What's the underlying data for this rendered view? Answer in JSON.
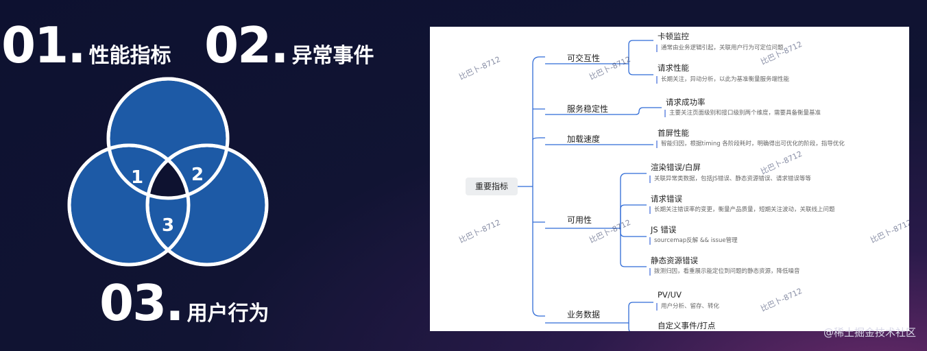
{
  "headings": [
    {
      "num": "01",
      "dot": ".",
      "label": "性能指标"
    },
    {
      "num": "02",
      "dot": ".",
      "label": "异常事件"
    },
    {
      "num": "03",
      "dot": ".",
      "label": "用户行为"
    }
  ],
  "venn": {
    "regions": [
      "1",
      "2",
      "3"
    ],
    "fill": "#1d5aa6",
    "stroke": "#ffffff"
  },
  "mindmap": {
    "root": "重要指标",
    "branches": [
      {
        "label": "可交互性",
        "children": [
          {
            "title": "卡顿监控",
            "desc": "通常由业务逻辑引起，关联用户行为可定位问题"
          },
          {
            "title": "请求性能",
            "desc": "长期关注，异动分析，以此为基准衡量服务端性能"
          }
        ]
      },
      {
        "label": "服务稳定性",
        "children": [
          {
            "title": "请求成功率",
            "desc": "主要关注页面级别和接口级别两个维度，需要具备衡量基准"
          }
        ]
      },
      {
        "label": "加载速度",
        "children": [
          {
            "title": "首屏性能",
            "desc": "智能归因，根据timing 各阶段耗时，明确得出可优化的阶段，指导优化"
          }
        ]
      },
      {
        "label": "可用性",
        "children": [
          {
            "title": "渲染错误/白屏",
            "desc": "关联异常类数据，包括JS错误、静态资源错误、请求错误等等"
          },
          {
            "title": "请求错误",
            "desc": "长期关注错误率的变更，衡量产品质量，短期关注波动，关联线上问题"
          },
          {
            "title": "JS 错误",
            "desc": "sourcemap反解 && issue管理"
          },
          {
            "title": "静态资源错误",
            "desc": "拨测归因，看重展示能定位到问题的静态资源，降低噪音"
          }
        ]
      },
      {
        "label": "业务数据",
        "children": [
          {
            "title": "PV/UV",
            "desc": "用户分析、留存、转化"
          },
          {
            "title": "自定义事件/打点",
            "desc": ""
          }
        ]
      }
    ],
    "line_color": "#2f6bd6"
  },
  "watermark": "比巴卜-8712",
  "credit": "@稀土掘金技术社区"
}
